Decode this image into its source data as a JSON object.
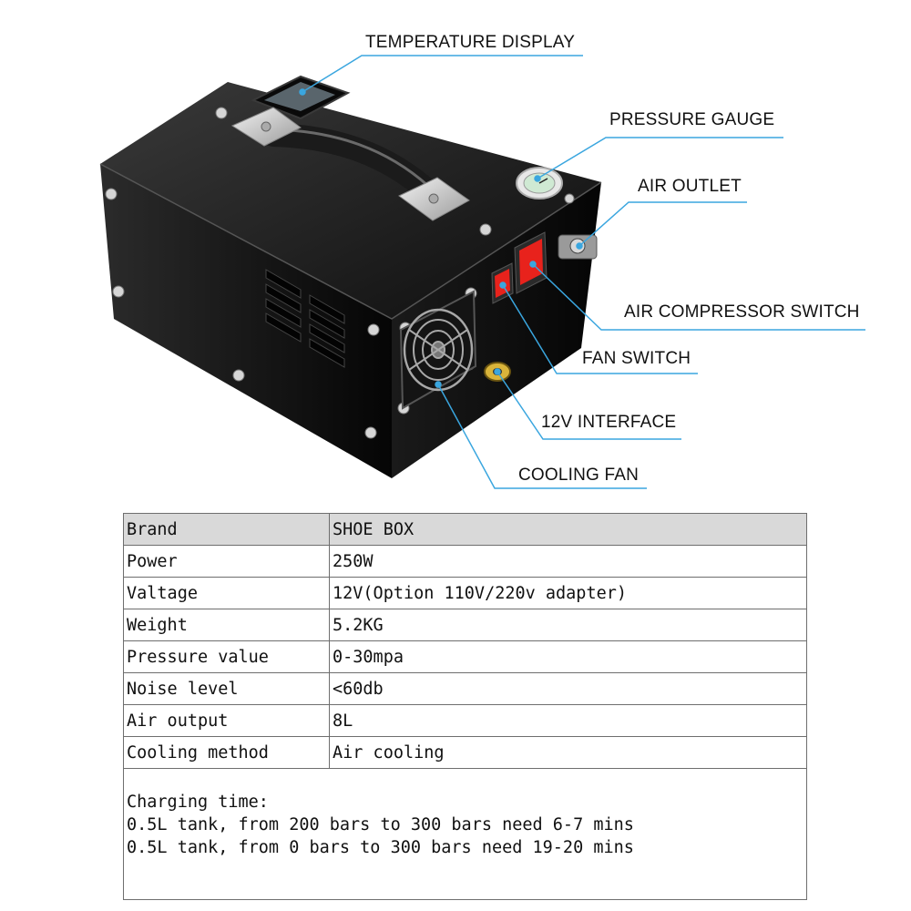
{
  "callouts": {
    "temperature_display": "TEMPERATURE DISPLAY",
    "pressure_gauge": "PRESSURE GAUGE",
    "air_outlet": "AIR OUTLET",
    "air_compressor_switch": "AIR COMPRESSOR SWITCH",
    "fan_switch": "FAN SWITCH",
    "interface_12v": "12V INTERFACE",
    "cooling_fan": "COOLING FAN"
  },
  "colors": {
    "callout_line": "#3aa6df",
    "housing": "#111111",
    "switch_red": "#e8221c",
    "header_fill": "#d9d9d9"
  },
  "specs": {
    "rows": [
      {
        "key": "Brand",
        "value": "SHOE BOX"
      },
      {
        "key": "Power",
        "value": "250W"
      },
      {
        "key": "Valtage",
        "value": "12V(Option 110V/220v adapter)"
      },
      {
        "key": "Weight",
        "value": "5.2KG"
      },
      {
        "key": "Pressure value",
        "value": "0-30mpa"
      },
      {
        "key": "Noise level",
        "value": "<60db"
      },
      {
        "key": "Air output",
        "value": "8L"
      },
      {
        "key": "Cooling method",
        "value": "Air cooling"
      }
    ],
    "notes": [
      "Charging time:",
      "0.5L tank, from 200 bars to 300 bars need 6-7 mins",
      "0.5L tank, from 0 bars to 300 bars need 19-20 mins"
    ]
  }
}
